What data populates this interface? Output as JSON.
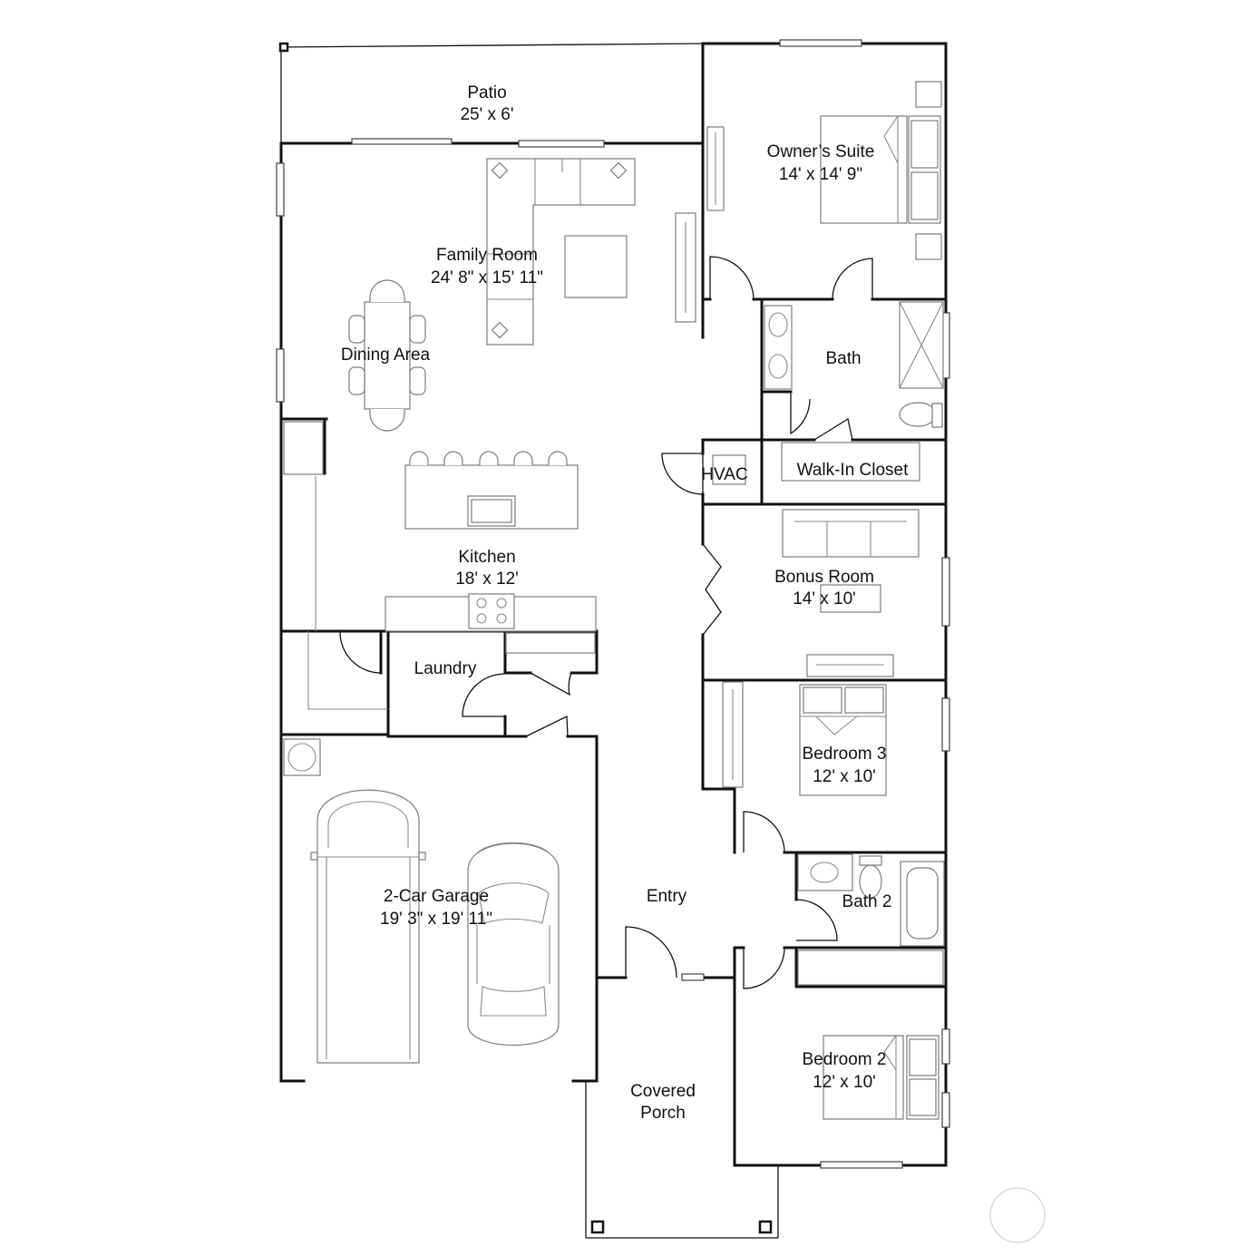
{
  "rooms": {
    "patio": {
      "name": "Patio",
      "size": "25' x 6'"
    },
    "owners_suite": {
      "name": "Owner’s Suite",
      "size": "14' x 14' 9\""
    },
    "family_room": {
      "name": "Family Room",
      "size": "24' 8\" x 15' 11\""
    },
    "dining_area": {
      "name": "Dining Area"
    },
    "bath": {
      "name": "Bath"
    },
    "hvac": {
      "name": "HVAC"
    },
    "walk_in_closet": {
      "name": "Walk-In Closet"
    },
    "kitchen": {
      "name": "Kitchen",
      "size": "18' x 12'"
    },
    "bonus_room": {
      "name": "Bonus Room",
      "size": "14' x 10'"
    },
    "laundry": {
      "name": "Laundry"
    },
    "bedroom_3": {
      "name": "Bedroom 3",
      "size": "12' x 10'"
    },
    "garage": {
      "name": "2-Car Garage",
      "size": "19' 3\" x 19' 11\""
    },
    "entry": {
      "name": "Entry"
    },
    "bath_2": {
      "name": "Bath 2"
    },
    "bedroom_2": {
      "name": "Bedroom 2",
      "size": "12' x 10'"
    },
    "covered_porch": {
      "name": "Covered",
      "name_line2": "Porch"
    }
  }
}
